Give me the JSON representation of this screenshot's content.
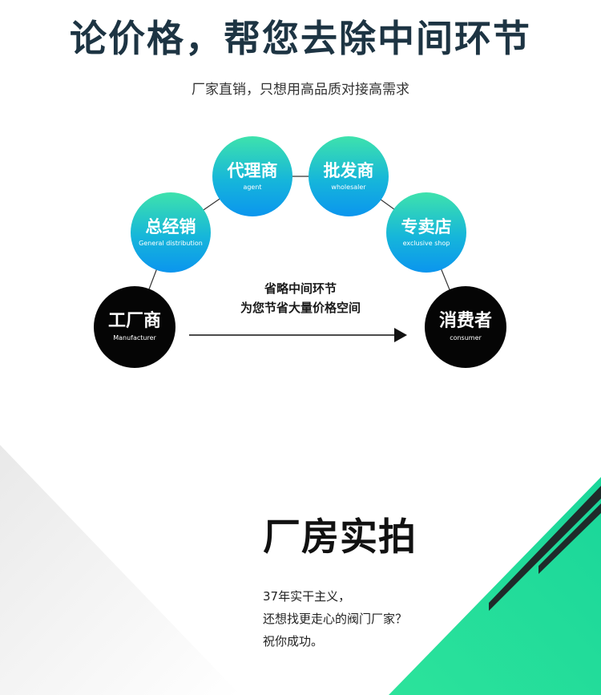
{
  "header": {
    "title": "论价格，帮您去除中间环节",
    "subtitle": "厂家直销，只想用高品质对接高需求"
  },
  "nodes": {
    "factory": {
      "cn": "工厂商",
      "en": "Manufacturer"
    },
    "general": {
      "cn": "总经销",
      "en": "General distribution"
    },
    "agent": {
      "cn": "代理商",
      "en": "agent"
    },
    "wholesaler": {
      "cn": "批发商",
      "en": "wholesaler"
    },
    "store": {
      "cn": "专卖店",
      "en": "exclusive shop"
    },
    "consumer": {
      "cn": "消费者",
      "en": "consumer"
    }
  },
  "middle": {
    "line1": "省略中间环节",
    "line2": "为您节省大量价格空间"
  },
  "factory_section": {
    "title": "厂房实拍",
    "lines": [
      "37年实干主义，",
      "还想找更走心的阀门厂家？",
      "祝你成功。"
    ]
  },
  "colors": {
    "title": "#1d3443",
    "gradient_top": "#3ee2ac",
    "gradient_bottom": "#0b95ee",
    "dark_node": "#050505",
    "accent_green": "#2ce39b"
  }
}
